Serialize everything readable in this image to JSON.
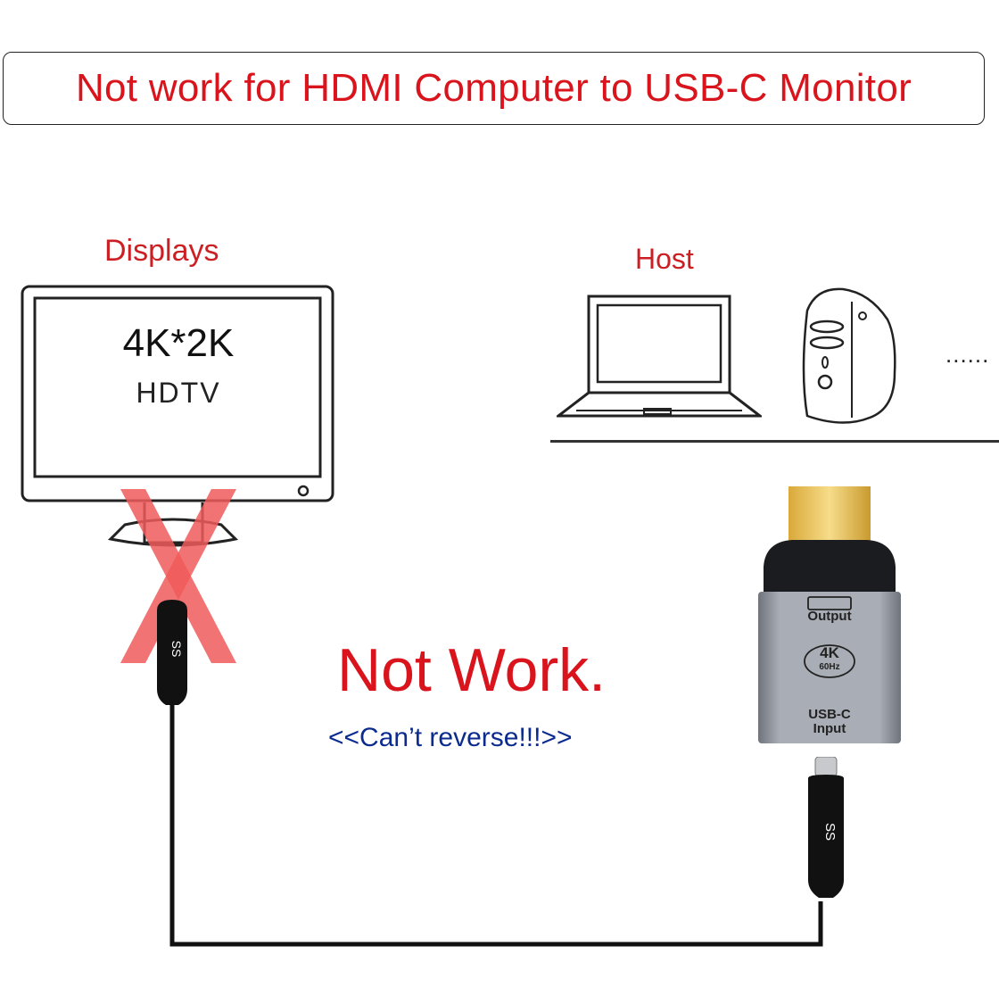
{
  "title": "Not work for HDMI Computer to USB-C Monitor",
  "displays": {
    "label": "Displays",
    "screen_title": "4K*2K",
    "screen_subtitle": "HDTV"
  },
  "host": {
    "label": "Host",
    "ellipsis": "......"
  },
  "adapter": {
    "output_label": "Output",
    "badge_main": "4K",
    "badge_sub": "60Hz",
    "input_line1": "USB-C",
    "input_line2": "Input"
  },
  "message": {
    "headline": "Not Work.",
    "subline": "<<Can’t reverse!!!>>"
  },
  "colors": {
    "red": "#d9141c",
    "blue": "#0b2b8f",
    "x_mark": "#f05a5a"
  }
}
